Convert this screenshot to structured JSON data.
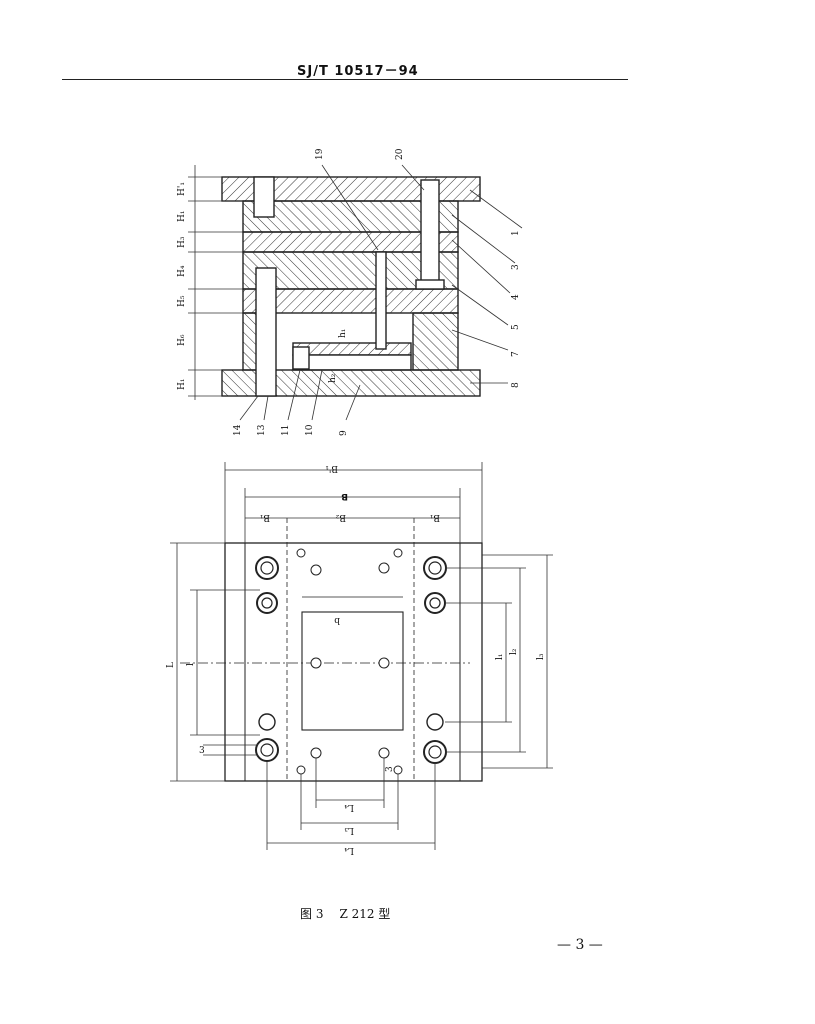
{
  "header": {
    "standard_code": "SJ/T 10517－94"
  },
  "section_view": {
    "height_labels": [
      "H'₁",
      "H₁",
      "H₃",
      "H₄",
      "H₅",
      "H₆",
      "H₁"
    ],
    "part_numbers_right": [
      "1",
      "3",
      "4",
      "5",
      "7",
      "8"
    ],
    "part_numbers_top": [
      "19",
      "20"
    ],
    "part_numbers_bottom": [
      "14",
      "13",
      "11",
      "10",
      "9"
    ],
    "inner_labels": [
      "h₁",
      "h₂"
    ]
  },
  "plan_view": {
    "width_labels": [
      "B'₁",
      "B",
      "B₂",
      "B₁",
      "B₁"
    ],
    "length_labels": [
      "L",
      "l",
      "l₁",
      "l₂",
      "l₃"
    ],
    "bottom_labels": [
      "L₄",
      "L₃",
      "L₄"
    ],
    "inner_labels": [
      "b",
      "3",
      "3"
    ]
  },
  "caption": {
    "figure_label": "图 3",
    "type_label": "Z 212 型"
  },
  "footer": {
    "page_number": "— 3 —"
  }
}
